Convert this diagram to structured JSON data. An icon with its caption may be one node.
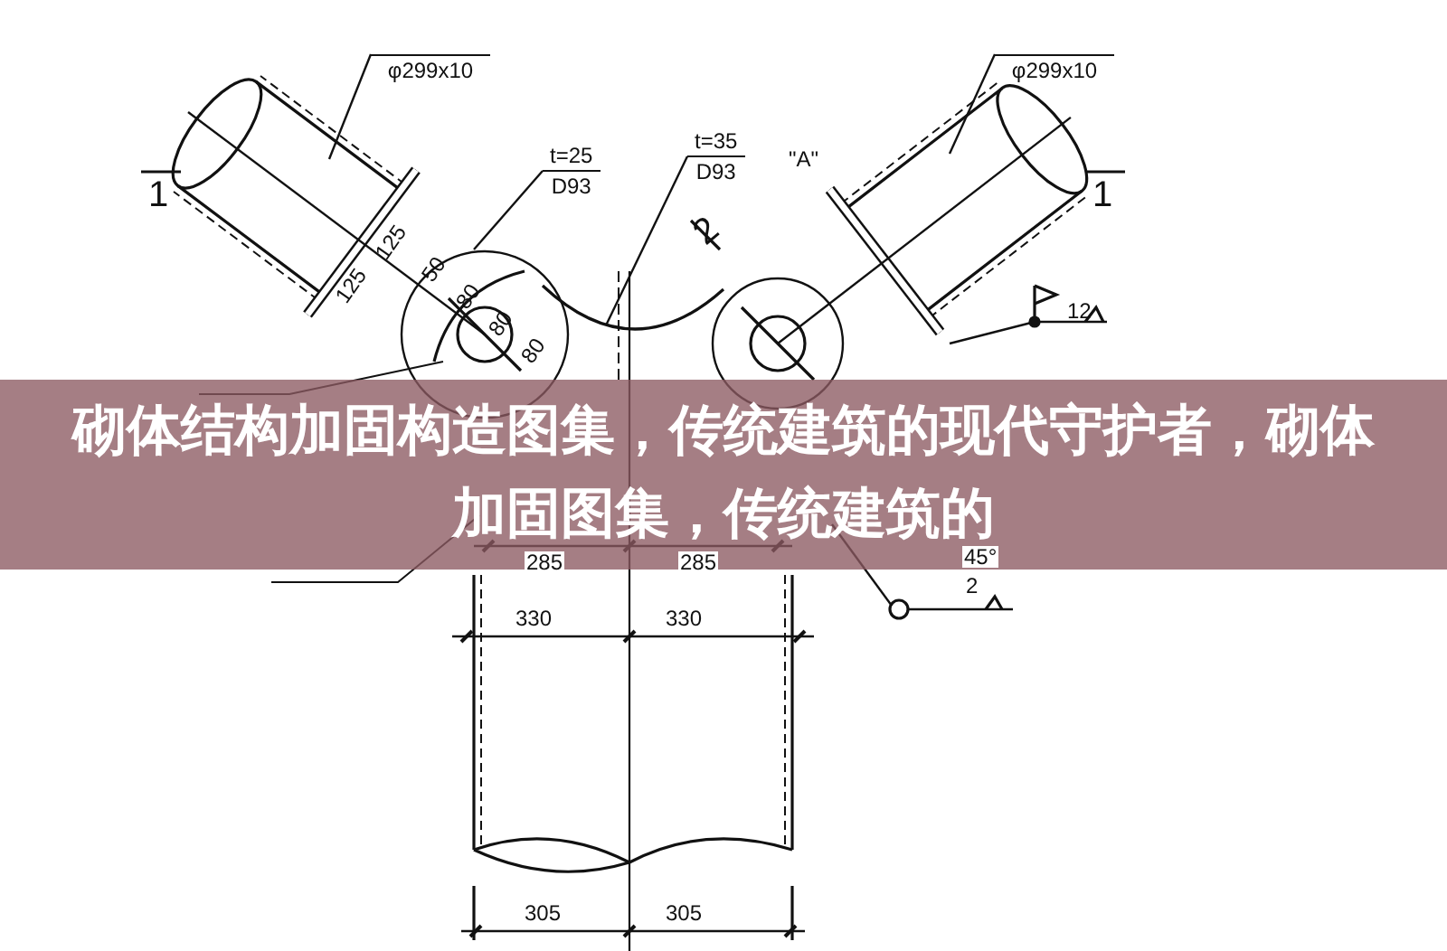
{
  "diagram": {
    "title": "砌体结构加固构造图集，传统建筑的现代守护者，砌体加固图集，传统建筑的",
    "nodes": [
      {
        "text": [
          "φ299x10"
        ]
      },
      {
        "text": [
          "t=25",
          "D93"
        ]
      },
      {
        "text": [
          "t=35",
          "D93"
        ],
        "beside": [
          "\"A\""
        ]
      },
      {
        "text": [
          "φ299x10"
        ]
      }
    ],
    "edges": [
      {
        "from": 0,
        "to": null,
        "arrow": "none"
      },
      {
        "from": 1,
        "to": null,
        "arrow": "none"
      },
      {
        "from": 2,
        "to": null,
        "arrow": "none"
      },
      {
        "from": 3,
        "to": null,
        "arrow": "none"
      }
    ],
    "labels": [
      "1",
      "1",
      "2",
      "125",
      "125",
      "50",
      "80",
      "80",
      "80",
      "12",
      "285",
      "285",
      "330",
      "330",
      "45°",
      "2",
      "305",
      "305"
    ]
  }
}
